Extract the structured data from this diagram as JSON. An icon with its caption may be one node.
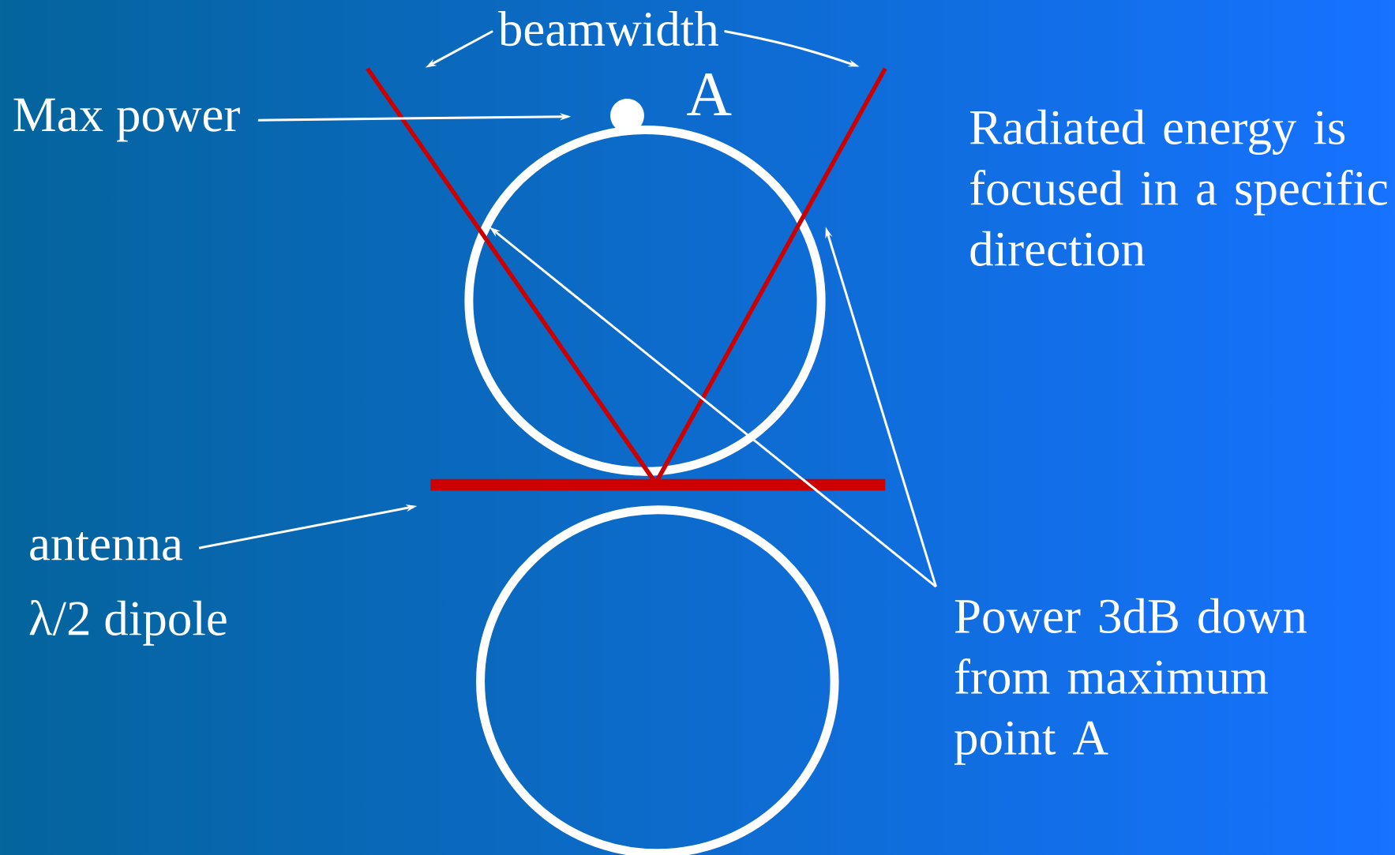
{
  "diagram": {
    "nodes": [
      {
        "text": [
          "Max power"
        ]
      },
      {
        "text": [],
        "shape": "circle",
        "beside": [
          "A"
        ]
      },
      {
        "text": [
          "beamwidth"
        ]
      },
      {
        "text": [
          "antenna"
        ]
      },
      {
        "text": [],
        "shape": "bar"
      },
      {
        "text": [
          "Power 3dB down from maximum point A"
        ]
      }
    ],
    "edges": [
      {
        "from": 0,
        "to": 1,
        "arrow": "to"
      },
      {
        "from": 2,
        "to": null,
        "arrow": "to"
      },
      {
        "from": 2,
        "to": null,
        "arrow": "to"
      },
      {
        "from": 3,
        "to": 4,
        "arrow": "to"
      },
      {
        "from": 5,
        "to": null,
        "arrow": "to"
      },
      {
        "from": 5,
        "to": null,
        "arrow": "to"
      }
    ],
    "labels": [
      "Radiated energy is focused in a specific direction",
      "λ/2 dipole"
    ]
  }
}
